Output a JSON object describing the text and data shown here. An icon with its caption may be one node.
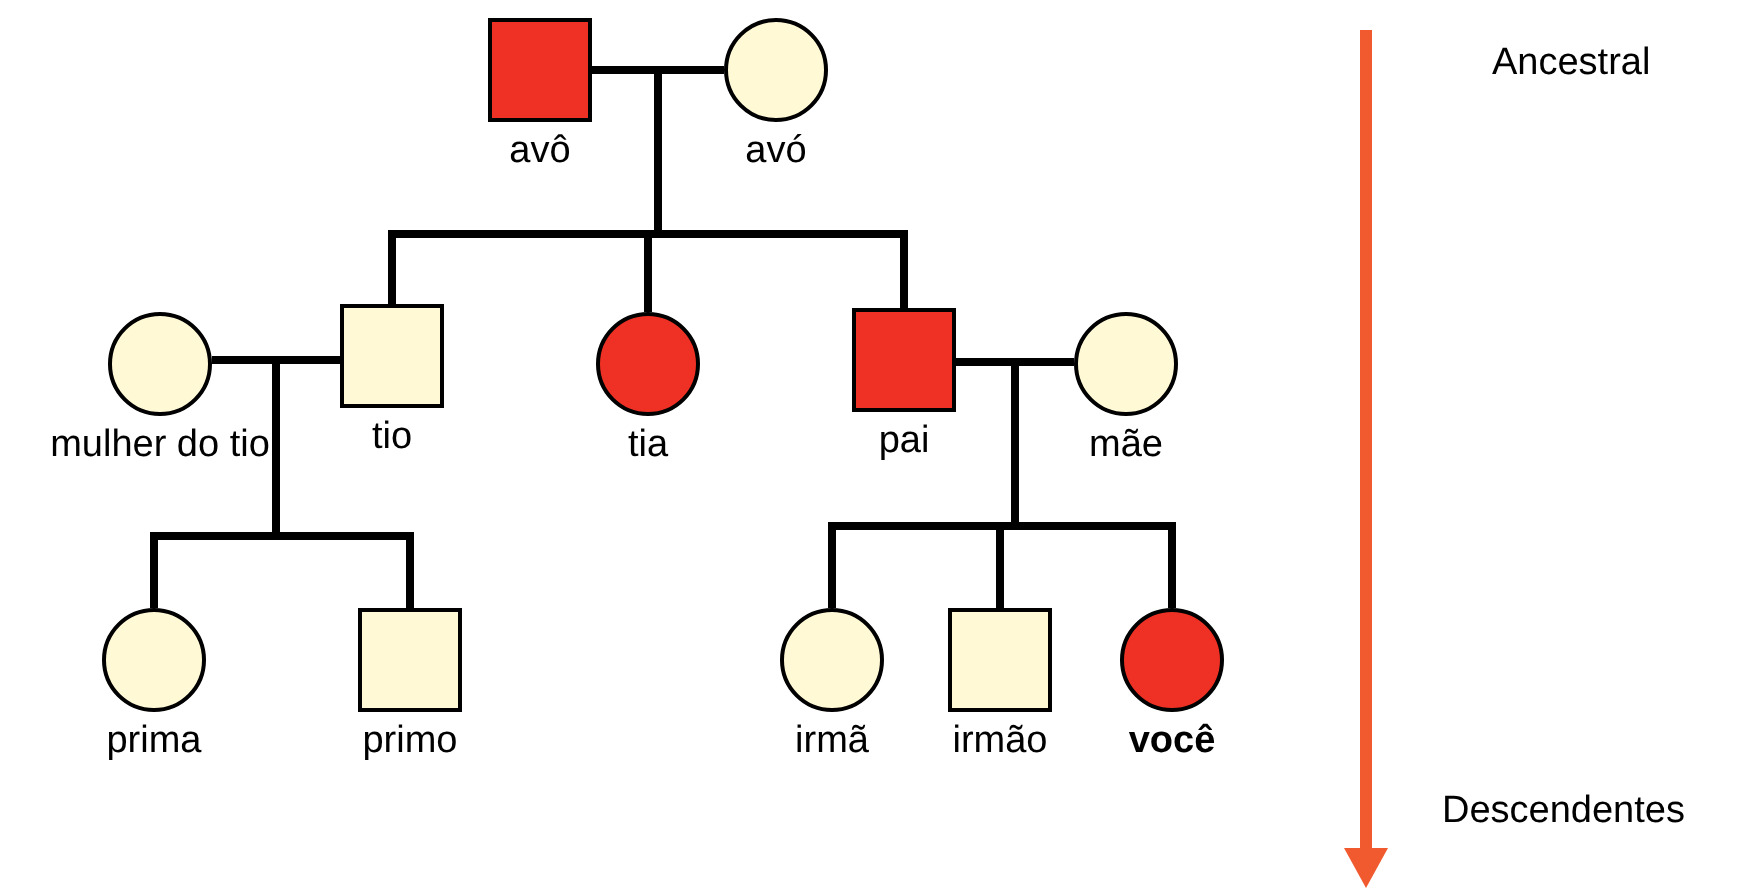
{
  "diagram": {
    "nodes": [
      {
        "text": [],
        "shape": "box",
        "beside": [
          "avô"
        ]
      },
      {
        "text": [],
        "shape": "circle",
        "beside": [
          "avó"
        ]
      },
      {
        "text": [],
        "shape": "circle",
        "beside": [
          "mulher do tio"
        ]
      },
      {
        "text": [],
        "shape": "box",
        "beside": [
          "tio"
        ]
      },
      {
        "text": [],
        "shape": "circle",
        "beside": [
          "tia"
        ]
      },
      {
        "text": [],
        "shape": "box",
        "beside": [
          "pai"
        ]
      },
      {
        "text": [],
        "shape": "circle",
        "beside": [
          "mãe"
        ]
      },
      {
        "text": [],
        "shape": "circle",
        "beside": [
          "prima"
        ]
      },
      {
        "text": [],
        "shape": "box",
        "beside": [
          "primo"
        ]
      },
      {
        "text": [],
        "shape": "circle",
        "beside": [
          "irmã"
        ]
      },
      {
        "text": [],
        "shape": "box",
        "beside": [
          "irmão"
        ]
      },
      {
        "text": [],
        "shape": "circle",
        "beside": [
          "você"
        ]
      }
    ],
    "edges": [
      {
        "from": 0,
        "to": 1,
        "arrow": "none"
      },
      {
        "from": 0,
        "to": 3,
        "arrow": "none"
      },
      {
        "from": 0,
        "to": 4,
        "arrow": "none"
      },
      {
        "from": 0,
        "to": 5,
        "arrow": "none"
      },
      {
        "from": 2,
        "to": 3,
        "arrow": "none"
      },
      {
        "from": 3,
        "to": 7,
        "arrow": "none"
      },
      {
        "from": 3,
        "to": 8,
        "arrow": "none"
      },
      {
        "from": 5,
        "to": 6,
        "arrow": "none"
      },
      {
        "from": 5,
        "to": 9,
        "arrow": "none"
      },
      {
        "from": 5,
        "to": 10,
        "arrow": "none"
      },
      {
        "from": 5,
        "to": 11,
        "arrow": "none"
      }
    ],
    "labels": [
      "Ancestral",
      "Descendentes"
    ]
  }
}
